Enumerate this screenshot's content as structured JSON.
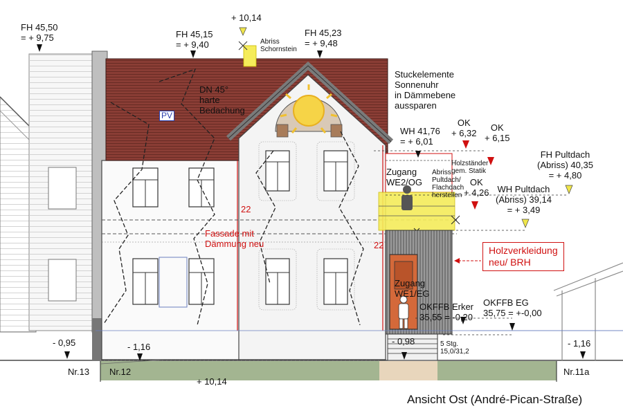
{
  "elevation_levels": {
    "fh_left": [
      "FH 45,50",
      "= + 9,75"
    ],
    "chimney": "+ 10,14",
    "chimney_demolish": [
      "Abriss",
      "Schornstein"
    ],
    "fh_main": [
      "FH 45,15",
      "= + 9,40"
    ],
    "fh_gable": [
      "FH 45,23",
      "= + 9,48"
    ],
    "wh": [
      "WH 41,76",
      "= + 6,01"
    ],
    "ok_1": [
      "OK",
      "+ 6,32"
    ],
    "ok_2": [
      "OK",
      "+ 6,15"
    ],
    "ok_3": [
      "OK",
      "+ 4,26"
    ],
    "fh_pultdach": [
      "FH Pultdach",
      "(Abriss) 40,35",
      "= + 4,80"
    ],
    "wh_pultdach": [
      "WH Pultdach",
      "(Abriss) 39,14",
      "= + 3,49"
    ],
    "okffb_erker": [
      "OKFFB Erker",
      "35,55 = -0,20"
    ],
    "okffb_eg": [
      "OKFFB EG",
      "35,75 = +-0,00"
    ],
    "ground_left": "- 0,95",
    "ground_center": "- 1,16",
    "entry": "- 0,98",
    "ground_right": "- 1,16",
    "street_slope": "+ 10,14"
  },
  "annotations": {
    "roof": [
      "DN 45°",
      "harte",
      "Bedachung"
    ],
    "pv": "PV",
    "stucco": [
      "Stuckelemente",
      "Sonnenuhr",
      "in Dämmebene",
      "aussparen"
    ],
    "timber_frame": [
      "Holzständer",
      "gem. Statik"
    ],
    "demolish_roof": [
      "Abriss",
      "Pultdach/",
      "Flachdach",
      "herstellen"
    ],
    "access_upper": [
      "Zugang",
      "WE2/OG"
    ],
    "access_ground": [
      "Zugang",
      "WE1/EG"
    ],
    "facade": [
      "Fassade mit",
      "Dämmung neu"
    ],
    "insulation_a": "22",
    "insulation_b": "22",
    "cladding": [
      "Holzverkleidung",
      "neu/ BRH"
    ],
    "steps": [
      "5 Stg.",
      "15,0/31,2"
    ]
  },
  "house_numbers": {
    "left": "Nr.13",
    "main": "Nr.12",
    "right": "Nr.11a"
  },
  "drawing_title": "Ansicht Ost (André-Pican-Straße)",
  "colors": {
    "roof": "#8a3d35",
    "cladding": "#8c8c8c",
    "door": "#d4693a",
    "pv_highlight": "#f5ec5a",
    "ground": "#a3b591",
    "entry_path": "#e8d6bc",
    "annotation_red": "#d01010",
    "level_marker_yellow": "#f0e64a"
  }
}
